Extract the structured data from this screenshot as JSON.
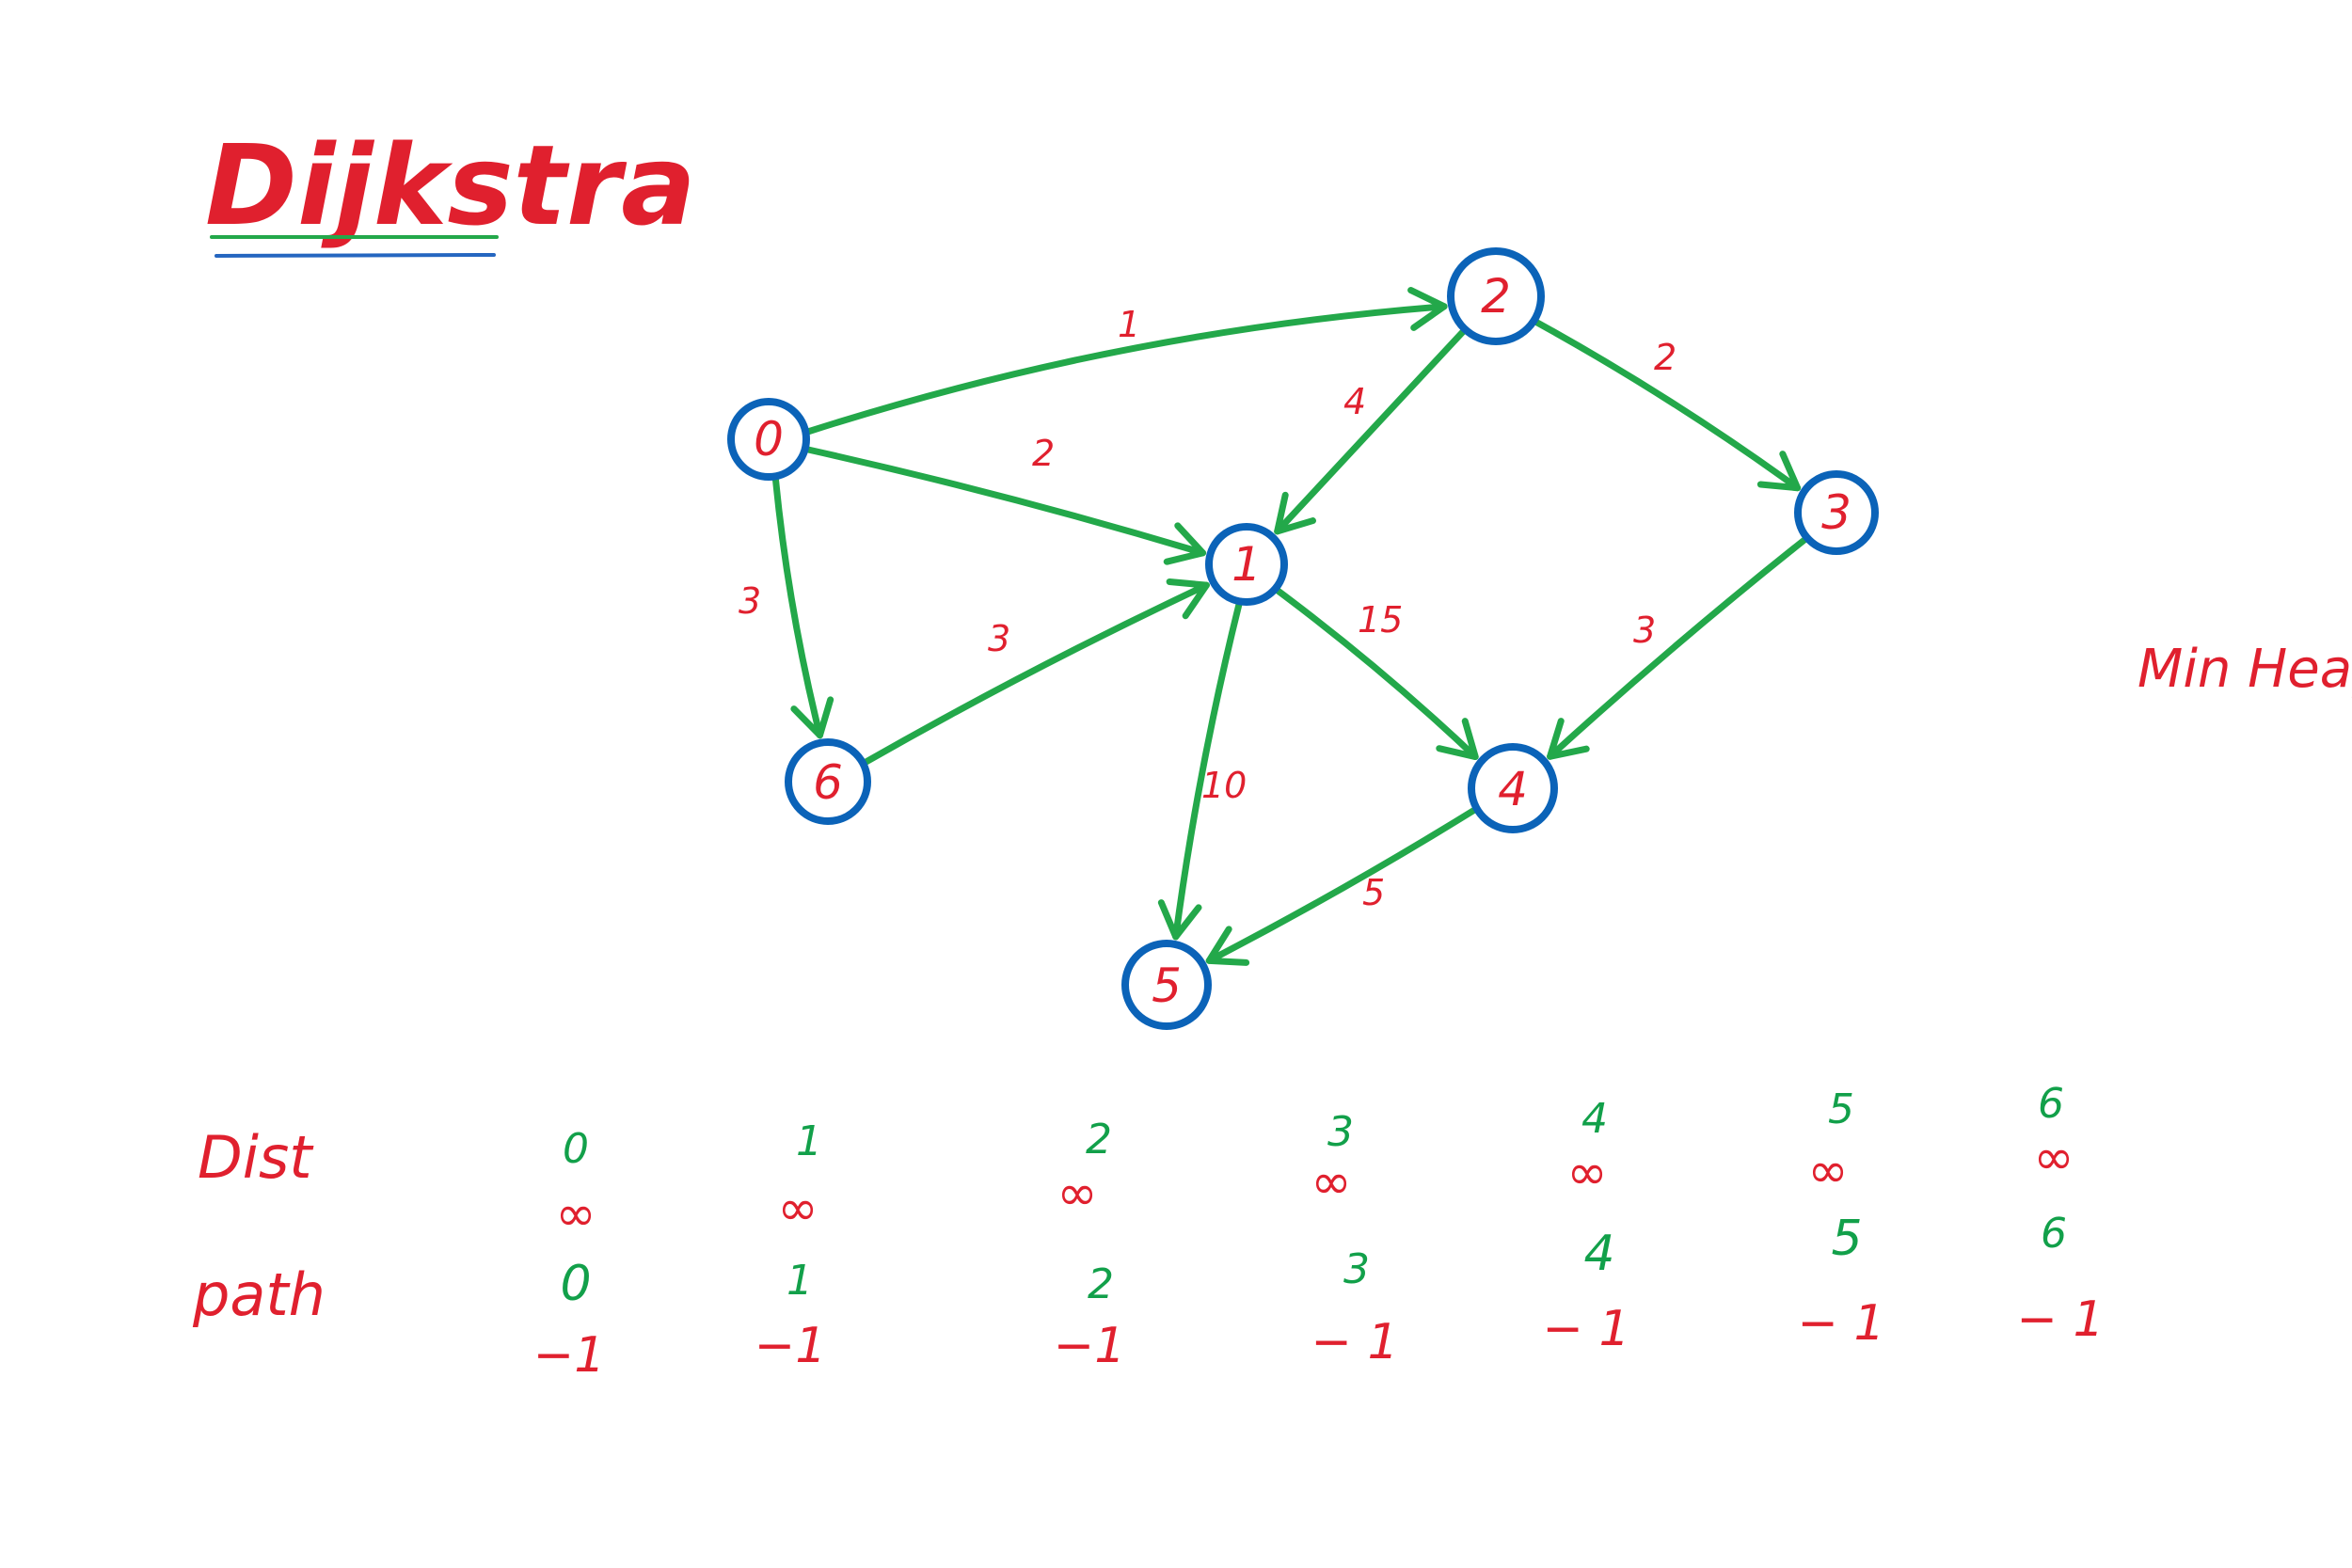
{
  "colors": {
    "red": "#e0202e",
    "green": "#12a04a",
    "blue": "#0b63b8",
    "line_green": "#23a84a",
    "line_blue": "#2566c0"
  },
  "title": "Dijkstra",
  "side_note": "Min Heap",
  "graph": {
    "nodes": [
      {
        "id": "0",
        "label": "0"
      },
      {
        "id": "1",
        "label": "1"
      },
      {
        "id": "2",
        "label": "2"
      },
      {
        "id": "3",
        "label": "3"
      },
      {
        "id": "4",
        "label": "4"
      },
      {
        "id": "5",
        "label": "5"
      },
      {
        "id": "6",
        "label": "6"
      }
    ],
    "edges": [
      {
        "from": "0",
        "to": "2",
        "weight": "1"
      },
      {
        "from": "0",
        "to": "1",
        "weight": "2"
      },
      {
        "from": "0",
        "to": "6",
        "weight": "3"
      },
      {
        "from": "2",
        "to": "1",
        "weight": "4"
      },
      {
        "from": "2",
        "to": "3",
        "weight": "2"
      },
      {
        "from": "6",
        "to": "1",
        "weight": "3"
      },
      {
        "from": "1",
        "to": "4",
        "weight": "15"
      },
      {
        "from": "1",
        "to": "5",
        "weight": "10"
      },
      {
        "from": "3",
        "to": "4",
        "weight": "3"
      },
      {
        "from": "4",
        "to": "5",
        "weight": "5"
      }
    ]
  },
  "table": {
    "dist_label": "Dist",
    "path_label": "path",
    "dist_indices": [
      "0",
      "1",
      "2",
      "3",
      "4",
      "5",
      "6"
    ],
    "dist_values": [
      "∞",
      "∞",
      "∞",
      "∞",
      "∞",
      "∞",
      "∞"
    ],
    "path_indices": [
      "0",
      "1",
      "2",
      "3",
      "4",
      "5",
      "6"
    ],
    "path_values": [
      "−1",
      "−1",
      "−1",
      "− 1",
      "− 1",
      "− 1",
      "− 1"
    ]
  }
}
